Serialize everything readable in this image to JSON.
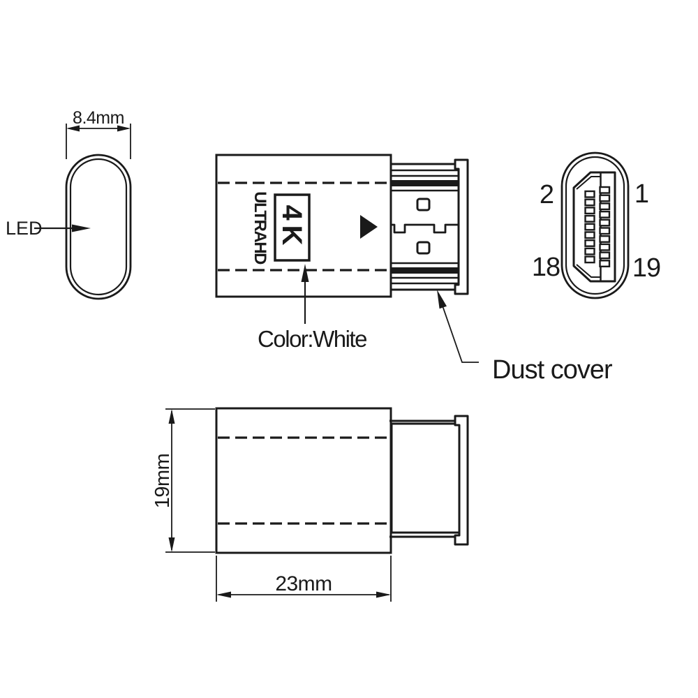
{
  "drawing": {
    "title_semantic": "HDMI 4K dummy plug technical dimension drawing",
    "colors": {
      "line": "#1a1a1a",
      "background": "#ffffff"
    },
    "labels": {
      "led": "LED",
      "dim_led_width": "8.4mm",
      "ultra_hd": "ULTRAHD",
      "four_k": "4K",
      "color_note": "Color:White",
      "dust_cover": "Dust cover",
      "dim_body_height": "19mm",
      "dim_body_length": "23mm"
    },
    "pins": {
      "top_left": "2",
      "top_right": "1",
      "bottom_left": "18",
      "bottom_right": "19"
    }
  }
}
